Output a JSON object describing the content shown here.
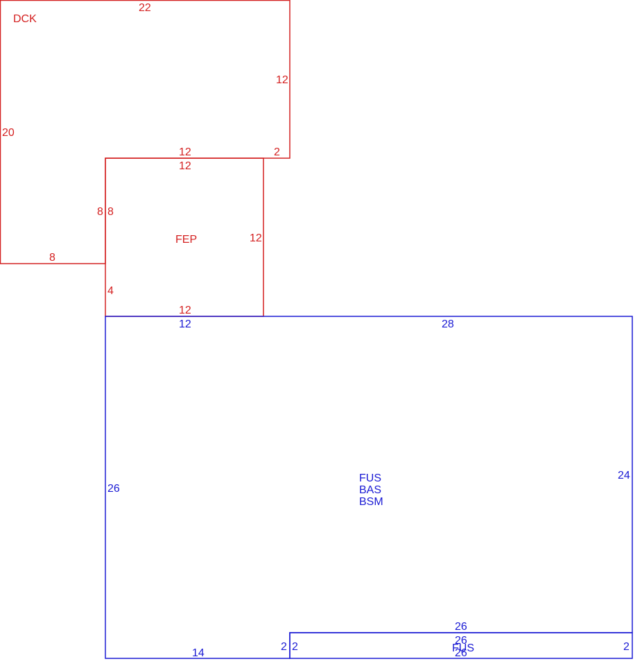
{
  "colors": {
    "red": "#d42020",
    "blue": "#1a1ad4",
    "background": "#ffffff"
  },
  "areas": {
    "dck": {
      "label": "DCK",
      "color": "red"
    },
    "fep": {
      "label": "FEP",
      "color": "red"
    },
    "main": {
      "labels": [
        "FUS",
        "BAS",
        "BSM"
      ],
      "color": "blue"
    },
    "strip": {
      "label": "FUS",
      "color": "blue"
    }
  },
  "dimensions": {
    "dck_top": "22",
    "dck_right_upper": "12",
    "dck_step": "2",
    "dck_inner_top": "12",
    "dck_left": "20",
    "dck_inner_left": "8",
    "dck_bottom": "8",
    "fep_top": "12",
    "fep_left": "8",
    "fep_right": "12",
    "fep_left_lower": "4",
    "fep_bottom": "12",
    "main_top_left": "12",
    "main_top": "28",
    "main_left": "26",
    "main_right": "24",
    "main_bottom": "14",
    "main_inner_right": "2",
    "strip_left": "2",
    "strip_top_outer": "26",
    "strip_top_inner": "26",
    "strip_bottom": "26",
    "strip_right": "2"
  }
}
